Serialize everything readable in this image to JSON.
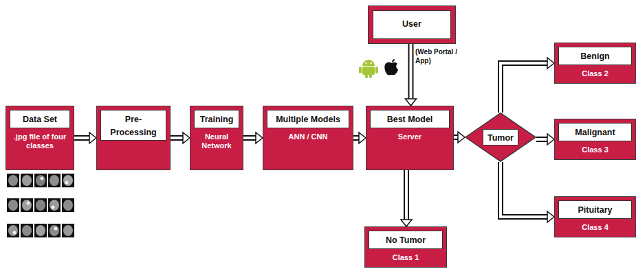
{
  "diagram": {
    "nodes": [
      {
        "text": [
          "Data Set",
          ".jpg file of four classes"
        ]
      },
      {
        "text": [
          "Pre-Processing"
        ]
      },
      {
        "text": [
          "Training",
          "Neural Network"
        ]
      },
      {
        "text": [
          "Multiple Models",
          "ANN / CNN"
        ]
      },
      {
        "text": [
          "User"
        ]
      },
      {
        "text": [
          "Best Model",
          "Server"
        ]
      },
      {
        "text": [
          "Tumor"
        ]
      },
      {
        "text": [
          "Benign",
          "Class 2"
        ]
      },
      {
        "text": [
          "Malignant",
          "Class 3"
        ]
      },
      {
        "text": [
          "Pituitary",
          "Class 4"
        ]
      },
      {
        "text": [
          "No Tumor",
          "Class 1"
        ]
      }
    ],
    "edges": [
      {
        "from": 0,
        "to": 1,
        "arrow": "to"
      },
      {
        "from": 1,
        "to": 2,
        "arrow": "to"
      },
      {
        "from": 2,
        "to": 3,
        "arrow": "to"
      },
      {
        "from": 3,
        "to": 5,
        "arrow": "to"
      },
      {
        "from": 4,
        "to": 5,
        "arrow": "to"
      },
      {
        "from": 5,
        "to": 6,
        "arrow": "to"
      },
      {
        "from": 6,
        "to": 7,
        "arrow": "to"
      },
      {
        "from": 6,
        "to": 8,
        "arrow": "to"
      },
      {
        "from": 6,
        "to": 9,
        "arrow": "to"
      },
      {
        "from": 5,
        "to": 10,
        "arrow": "to"
      }
    ],
    "labels": [
      "(Web Portal / App)"
    ]
  }
}
